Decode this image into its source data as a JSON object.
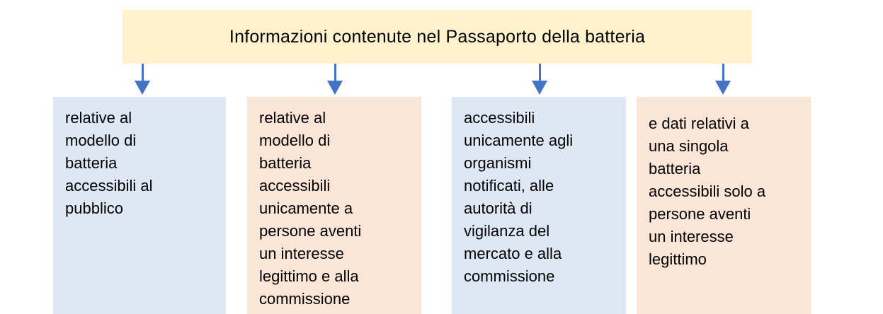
{
  "diagram": {
    "title": "Informazioni contenute nel Passaporto della batteria",
    "boxes": [
      {
        "variant": "blue",
        "text": "relative al\nmodello di\nbatteria\naccessibili al\npubblico"
      },
      {
        "variant": "peach",
        "text": "relative al\nmodello di\nbatteria\naccessibili\nunicamente a\npersone aventi\nun interesse\nlegittimo e alla\ncommissione"
      },
      {
        "variant": "blue",
        "text": "accessibili\nunicamente agli\norganismi\nnotificati, alle\nautorità di\nvigilanza del\nmercato e alla\ncommissione"
      },
      {
        "variant": "peach",
        "text": "e dati relativi a\nuna singola\nbatteria\naccessibili solo a\npersone aventi\nun interesse\nlegittimo"
      }
    ],
    "colors": {
      "title_bg": "#FFF2CC",
      "box_blue": "#DEE8F5",
      "box_peach": "#FBE5D6",
      "arrow": "#4472C4",
      "text": "#000000"
    }
  }
}
